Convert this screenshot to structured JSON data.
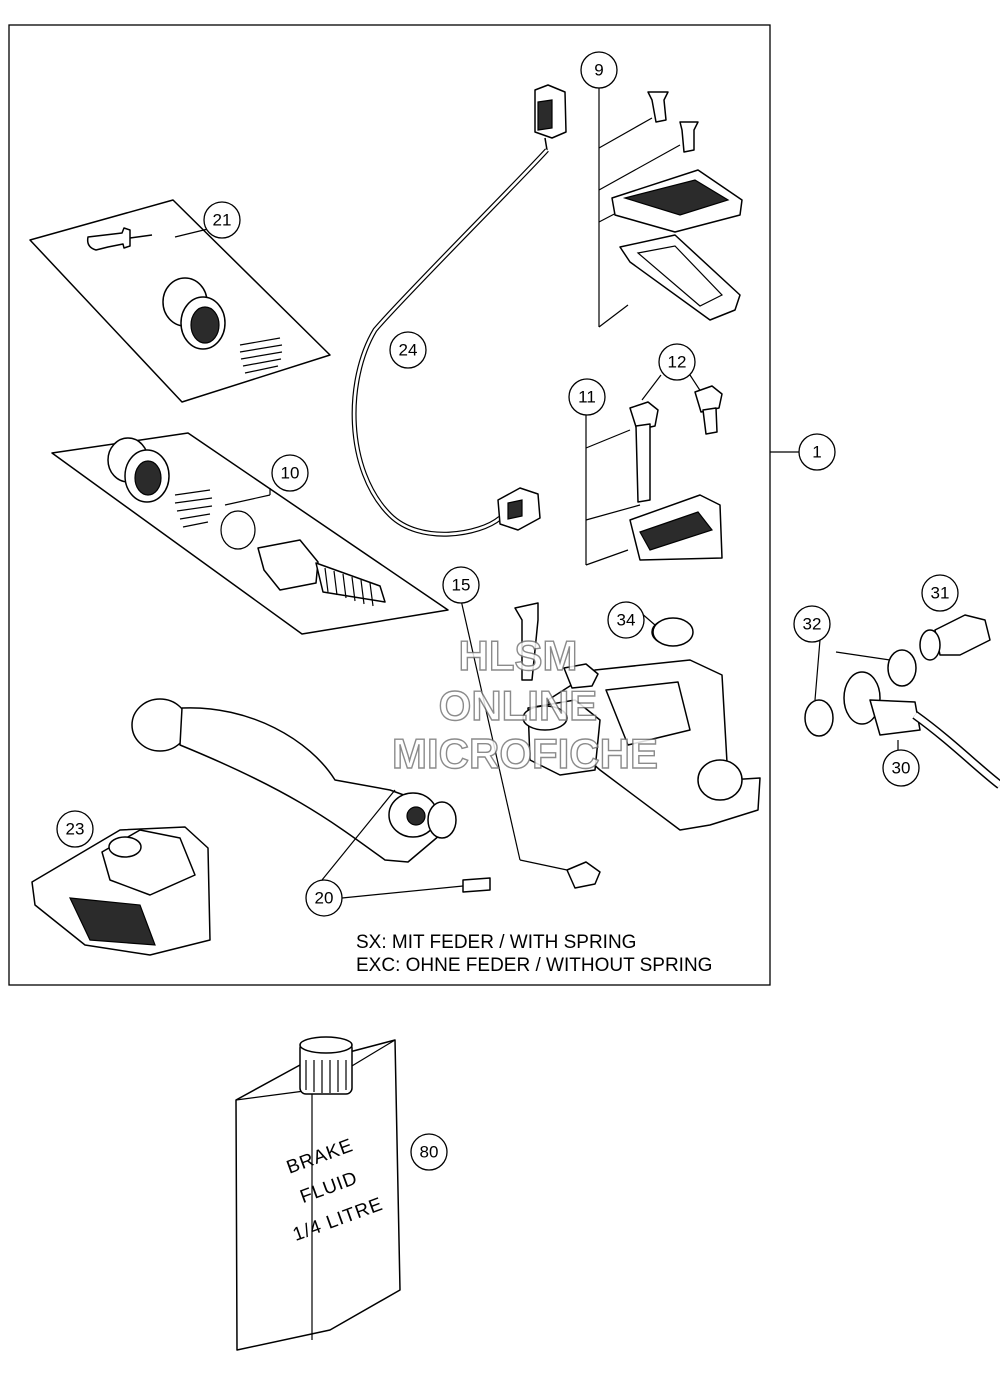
{
  "callouts": [
    {
      "id": "1",
      "label": "1"
    },
    {
      "id": "9",
      "label": "9"
    },
    {
      "id": "10",
      "label": "10"
    },
    {
      "id": "11",
      "label": "11"
    },
    {
      "id": "12",
      "label": "12"
    },
    {
      "id": "15",
      "label": "15"
    },
    {
      "id": "20",
      "label": "20"
    },
    {
      "id": "21",
      "label": "21"
    },
    {
      "id": "23",
      "label": "23"
    },
    {
      "id": "24",
      "label": "24"
    },
    {
      "id": "30",
      "label": "30"
    },
    {
      "id": "31",
      "label": "31"
    },
    {
      "id": "32",
      "label": "32"
    },
    {
      "id": "34",
      "label": "34"
    },
    {
      "id": "80",
      "label": "80"
    }
  ],
  "notes": {
    "line1": "SX: MIT FEDER / WITH SPRING",
    "line2": "EXC: OHNE FEDER / WITHOUT SPRING"
  },
  "watermark": {
    "line1": "HLSM",
    "line2": "ONLINE",
    "line3": "MICROFICHE"
  },
  "container_label": {
    "line1": "BRAKE",
    "line2": "FLUID",
    "line3": "1/4 LITRE"
  }
}
